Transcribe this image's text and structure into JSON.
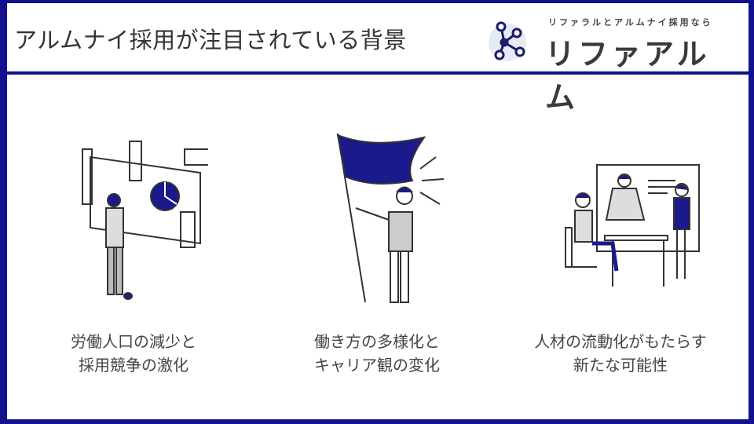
{
  "header": {
    "title": "アルムナイ採用が注目されている背景"
  },
  "logo": {
    "tagline": "リファラルとアルムナイ採用なら",
    "name": "リファアルム"
  },
  "colors": {
    "border": "#12128f",
    "accent": "#1a1a8c"
  },
  "items": [
    {
      "line1": "労働人口の減少と",
      "line2": "採用競争の激化",
      "icon": "presentation-chart-illustration"
    },
    {
      "line1": "働き方の多様化と",
      "line2": "キャリア観の変化",
      "icon": "flag-person-illustration"
    },
    {
      "line1": "人材の流動化がもたらす",
      "line2": "新たな可能性",
      "icon": "meeting-illustration"
    }
  ]
}
